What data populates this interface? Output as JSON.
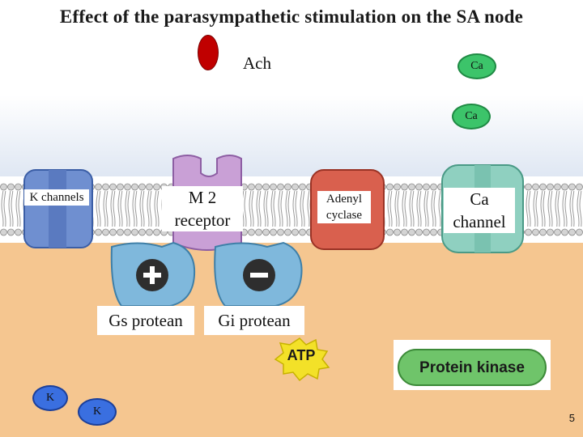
{
  "title": "Effect of the parasympathetic stimulation on the SA node",
  "ach": {
    "label": "Ach"
  },
  "ions": {
    "ca_outside": "Ca",
    "ca_membrane": "Ca",
    "k1": "K",
    "k2": "K"
  },
  "labels": {
    "k_channels": "K channels",
    "m2_receptor": "M 2 receptor",
    "adenyl_cyclase": "Adenyl cyclase",
    "ca_channel": "Ca channel",
    "gs_protein": "Gs protean",
    "gi_protein": "Gi protean",
    "atp": "ATP",
    "protein_kinase": "Protein kinase",
    "plus": "+",
    "minus": "−"
  },
  "page_number": "5",
  "colors": {
    "ach": "#c00000",
    "ca_ion": "#3cc46a",
    "k_ion": "#3a6fe0",
    "cytoplasm": "#f5c690",
    "membrane_head": "#cfcfcf",
    "receptor": "#c9a0d6",
    "g_protein": "#7fb8dc",
    "adenyl_cyclase": "#d9604e",
    "ca_channel": "#8fd0c0",
    "k_channel": "#6f8fd0",
    "atp": "#f3e128",
    "protein_kinase": "#6fc46a"
  },
  "icons": {
    "plus": "plus-icon",
    "minus": "minus-icon"
  }
}
